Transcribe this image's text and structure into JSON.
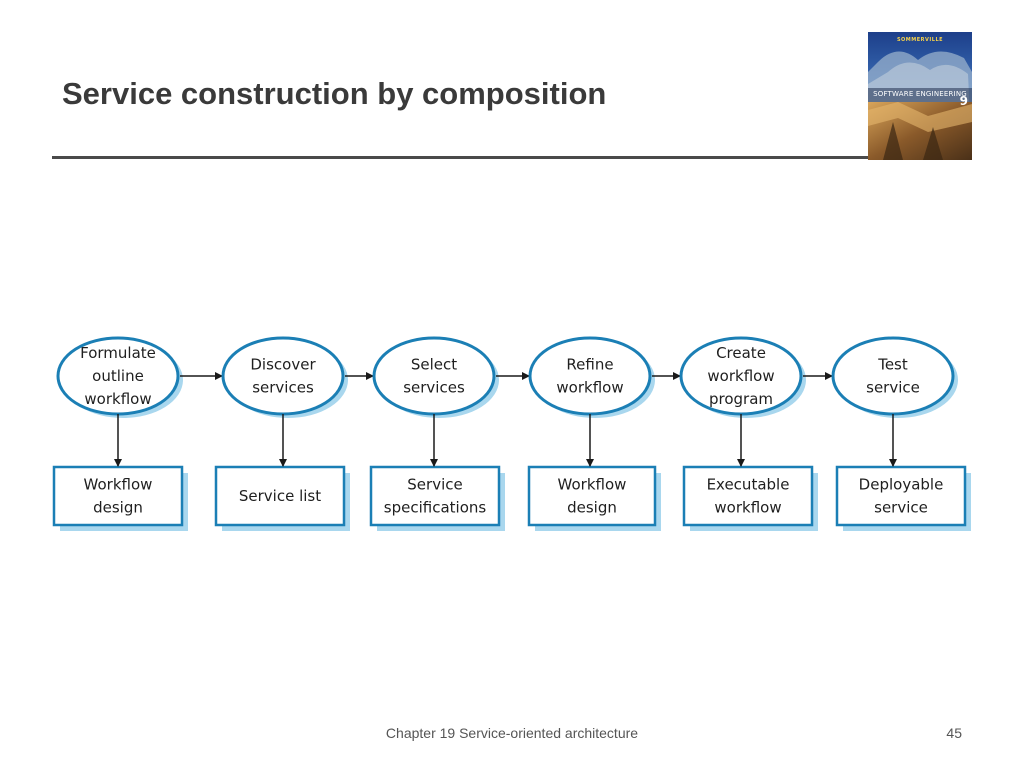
{
  "slide": {
    "title": "Service construction by composition",
    "footer": "Chapter 19 Service-oriented architecture",
    "page_number": "45"
  },
  "book_cover": {
    "author": "SOMMERVILLE",
    "title": "SOFTWARE ENGINEERING",
    "edition": "9"
  },
  "colors": {
    "title_text": "#3a3a3a",
    "rule": "#4a4a4a",
    "node_border": "#1b7fb5",
    "node_shadow": "#a9d7ee",
    "arrow": "#1a1a1a"
  },
  "process_steps": [
    {
      "label": [
        "Formulate",
        "outline",
        "workflow"
      ],
      "output": [
        "Workflow",
        "design"
      ]
    },
    {
      "label": [
        "Discover",
        "services"
      ],
      "output": [
        "Service list"
      ]
    },
    {
      "label": [
        "Select",
        "services"
      ],
      "output": [
        "Service",
        "specifications"
      ]
    },
    {
      "label": [
        "Refine",
        "workflow"
      ],
      "output": [
        "Workflow",
        "design"
      ]
    },
    {
      "label": [
        "Create",
        "workflow",
        "program"
      ],
      "output": [
        "Executable",
        "workflow"
      ]
    },
    {
      "label": [
        "Test",
        "service"
      ],
      "output": [
        "Deployable",
        "service"
      ]
    }
  ]
}
